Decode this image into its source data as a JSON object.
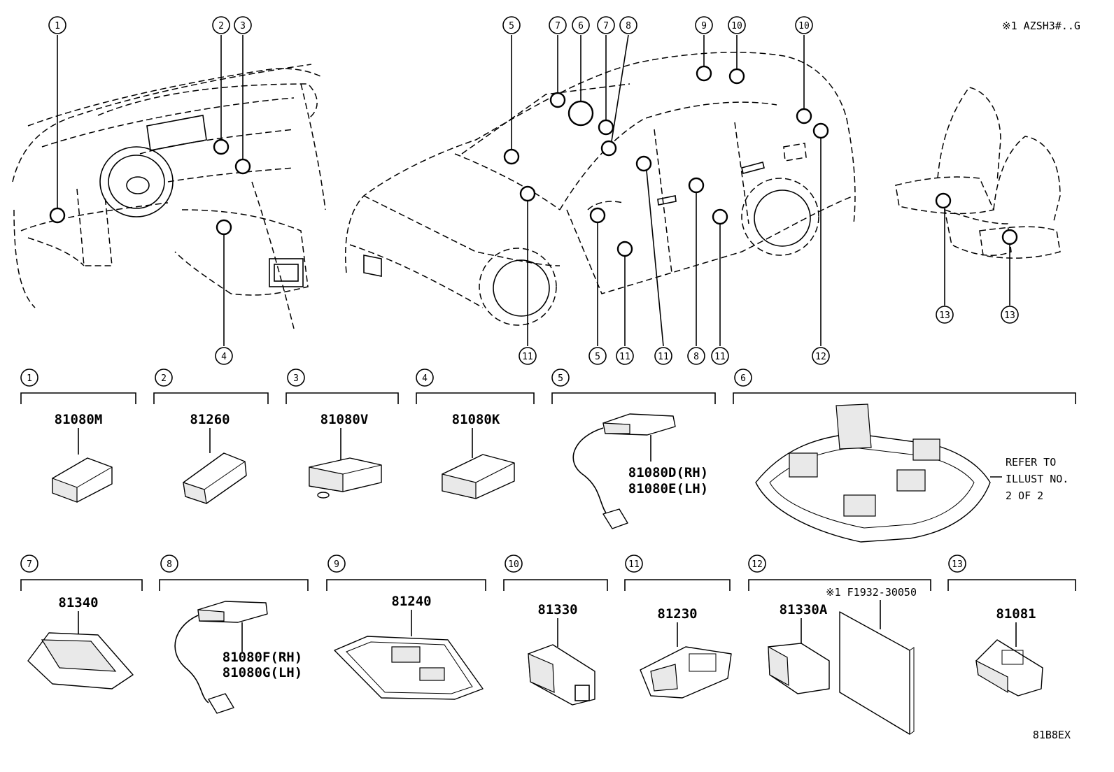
{
  "diagram_code": "81B8EX",
  "variant_note": "※1 AZSH3#..G",
  "overview_callouts": {
    "dash_area": [
      "1",
      "2",
      "3",
      "4"
    ],
    "vehicle": [
      "5",
      "7",
      "6",
      "7",
      "8",
      "9",
      "10",
      "10",
      "11",
      "5",
      "11",
      "11",
      "8",
      "11",
      "12"
    ],
    "seats": [
      "13",
      "13"
    ]
  },
  "parts": [
    {
      "index": "1",
      "part_no": "81080M"
    },
    {
      "index": "2",
      "part_no": "81260"
    },
    {
      "index": "3",
      "part_no": "81080V"
    },
    {
      "index": "4",
      "part_no": "81080K"
    },
    {
      "index": "5",
      "part_no_rh": "81080D(RH)",
      "part_no_lh": "81080E(LH)"
    },
    {
      "index": "6",
      "note_lines": [
        "REFER TO",
        "ILLUST NO.",
        "2 OF 2"
      ]
    },
    {
      "index": "7",
      "part_no": "81340"
    },
    {
      "index": "8",
      "part_no_rh": "81080F(RH)",
      "part_no_lh": "81080G(LH)"
    },
    {
      "index": "9",
      "part_no": "81240"
    },
    {
      "index": "10",
      "part_no": "81330"
    },
    {
      "index": "11",
      "part_no": "81230"
    },
    {
      "index": "12",
      "part_no": "81330A",
      "extra_part": "※1 F1932-30050"
    },
    {
      "index": "13",
      "part_no": "81081"
    }
  ]
}
